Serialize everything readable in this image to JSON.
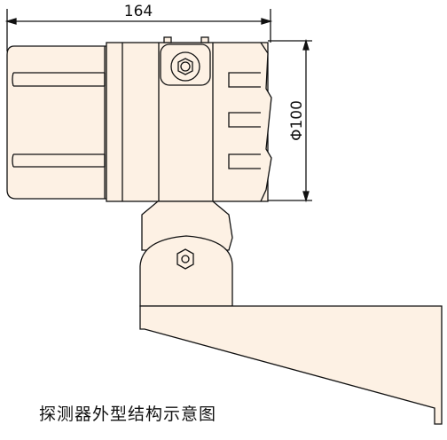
{
  "dimensions": {
    "width_label": "164",
    "diameter_label": "Φ100"
  },
  "caption": "探测器外型结构示意图",
  "colors": {
    "body_fill": "#fdf1e4",
    "stroke": "#111111"
  }
}
